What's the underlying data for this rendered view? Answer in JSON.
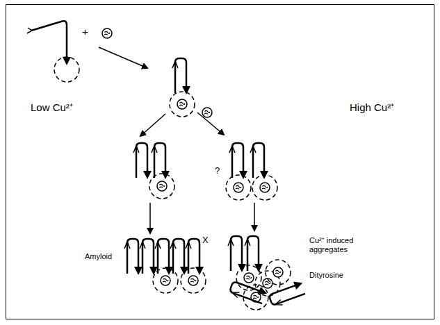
{
  "diagram": {
    "labels": [
      "+",
      "Low Cu²⁺",
      "High Cu²⁺",
      "?",
      "X",
      "Amyloid",
      "Cu²⁺ induced aggregates",
      "Dityrosine"
    ]
  }
}
